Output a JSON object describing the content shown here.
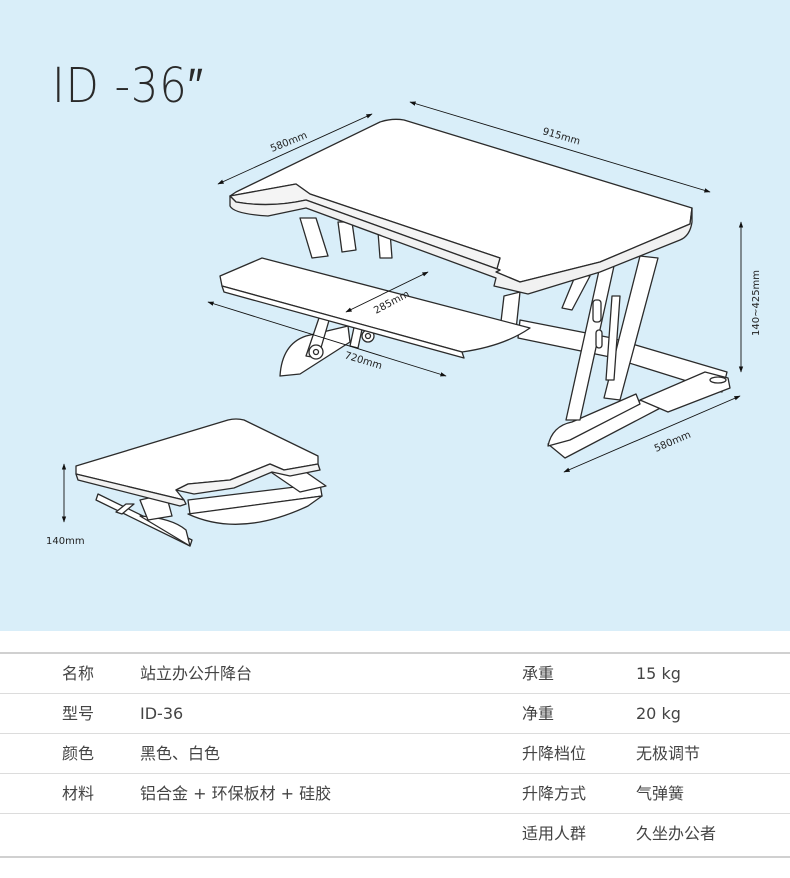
{
  "title": "ID -36″",
  "dimensions": {
    "depth_top": "580mm",
    "width_top": "915mm",
    "keyboard_depth": "285mm",
    "keyboard_width": "720mm",
    "height_range": "140~425mm",
    "base_depth": "580mm",
    "folded_height": "140mm"
  },
  "specs": [
    {
      "label_l": "名称",
      "value_l": "站立办公升降台",
      "label_r": "承重",
      "value_r": "15 kg"
    },
    {
      "label_l": "型号",
      "value_l": "ID-36",
      "label_r": "净重",
      "value_r": "20 kg"
    },
    {
      "label_l": "颜色",
      "value_l": "黑色、白色",
      "label_r": "升降档位",
      "value_r": "无极调节"
    },
    {
      "label_l": "材料",
      "value_l": "铝合金 + 环保板材 + 硅胶",
      "label_r": "升降方式",
      "value_r": "气弹簧"
    },
    {
      "label_l": "",
      "value_l": "",
      "label_r": "适用人群",
      "value_r": "久坐办公者"
    }
  ]
}
